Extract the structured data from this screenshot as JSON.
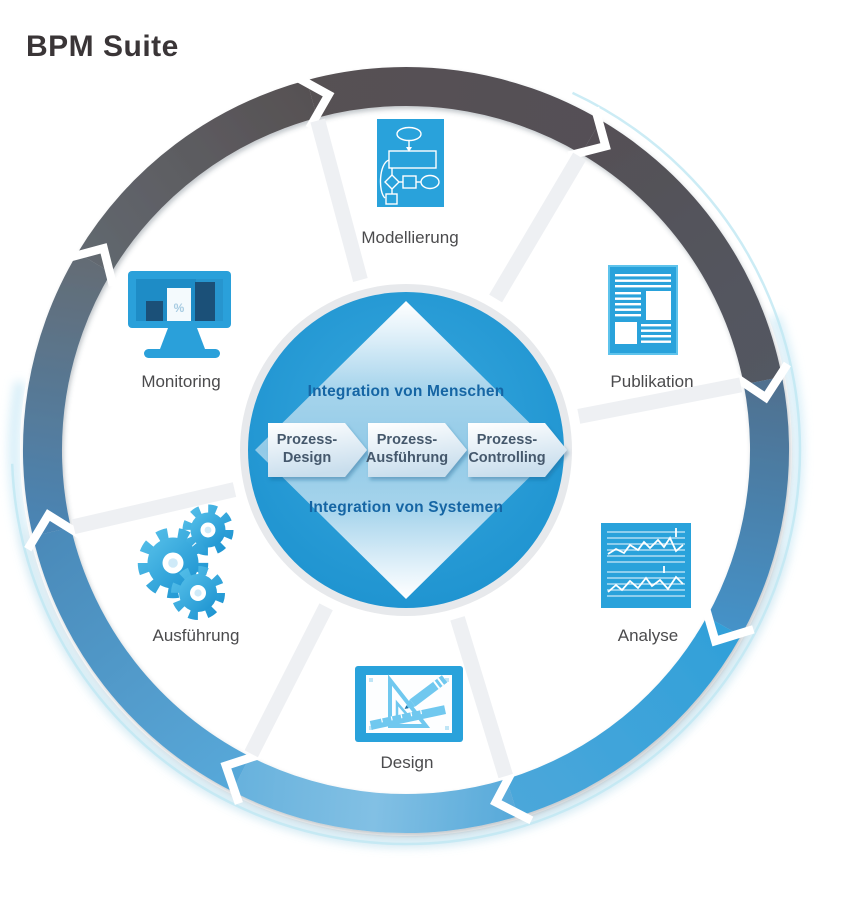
{
  "title": "BPM Suite",
  "wheel": {
    "direction": "clockwise",
    "stations": [
      {
        "label": "Modellierung",
        "icon": "flowchart-icon"
      },
      {
        "label": "Publikation",
        "icon": "news-document-icon"
      },
      {
        "label": "Analyse",
        "icon": "line-chart-icon"
      },
      {
        "label": "Design",
        "icon": "drafting-tools-icon"
      },
      {
        "label": "Ausführung",
        "icon": "gears-icon"
      },
      {
        "label": "Monitoring",
        "icon": "monitor-chart-icon"
      }
    ]
  },
  "center": {
    "integration_top": "Integration von Menschen",
    "integration_bottom": "Integration von Systemen",
    "process_steps": [
      {
        "line1": "Prozess-",
        "line2": "Design"
      },
      {
        "line1": "Prozess-",
        "line2": "Ausführung"
      },
      {
        "line1": "Prozess-",
        "line2": "Controlling"
      }
    ]
  },
  "icons": {
    "monitoring_percent": "%"
  },
  "colors": {
    "station_blue": "#29a2db",
    "center_blue": "#2196d2",
    "diamond_blue": "#9fd0ea",
    "label_gray": "#4b4b4d",
    "integration_text": "#1565a4",
    "arrow_text": "#45586c",
    "ring_dark_gray": "#565155",
    "ring_bright_blue": "#58aada",
    "outer_glow": "#cdeaf6"
  },
  "ring": {
    "segments": [
      {
        "a1": 149,
        "a2": 105,
        "stops": [
          [
            0,
            "#62686f"
          ],
          [
            1,
            "#575153"
          ]
        ]
      },
      {
        "a1": 105,
        "a2": 59.4,
        "stops": [
          [
            0,
            "#575153"
          ],
          [
            1,
            "#545056"
          ]
        ]
      },
      {
        "a1": 59.4,
        "a2": 11,
        "stops": [
          [
            0,
            "#545056"
          ],
          [
            1,
            "#535862"
          ]
        ]
      },
      {
        "a1": 11,
        "a2": -29,
        "stops": [
          [
            0,
            "#50708f"
          ],
          [
            1,
            "#4492c8"
          ]
        ]
      },
      {
        "a1": -29,
        "a2": -73,
        "stops": [
          [
            0,
            "#31a0d9"
          ],
          [
            1,
            "#4ba7da"
          ]
        ]
      },
      {
        "a1": -73,
        "a2": -117,
        "stops": [
          [
            0,
            "#58aada"
          ],
          [
            0.5,
            "#82c0e4"
          ],
          [
            1,
            "#68b2dd"
          ]
        ]
      },
      {
        "a1": -117,
        "a2": -167,
        "stops": [
          [
            0,
            "#57a8d9"
          ],
          [
            1,
            "#4b8ab9"
          ]
        ]
      },
      {
        "a1": 193,
        "a2": 149,
        "stops": [
          [
            0,
            "#4a85b5"
          ],
          [
            1,
            "#646c75"
          ]
        ]
      }
    ],
    "gap_angles": [
      149,
      105,
      59.4,
      11,
      -29,
      -73,
      -117,
      193
    ],
    "divider_angles": [
      105,
      59.4,
      11,
      -73,
      -117,
      193
    ]
  }
}
